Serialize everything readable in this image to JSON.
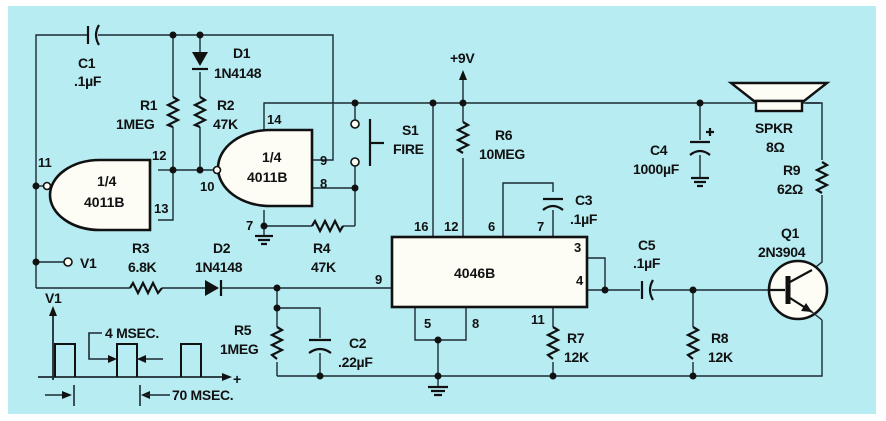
{
  "title": "Electronic fire-alarm siren circuit schematic (4011B / 4046B)",
  "supply": {
    "label": "+9V"
  },
  "components": {
    "C1": {
      "ref": "C1",
      "value": ".1µF"
    },
    "D1": {
      "ref": "D1",
      "value": "1N4148"
    },
    "R1": {
      "ref": "R1",
      "value": "1MEG"
    },
    "R2": {
      "ref": "R2",
      "value": "47K"
    },
    "U1a": {
      "fraction": "1/4",
      "part": "4011B"
    },
    "U1b": {
      "fraction": "1/4",
      "part": "4011B"
    },
    "S1": {
      "ref": "S1",
      "value": "FIRE"
    },
    "R6": {
      "ref": "R6",
      "value": "10MEG"
    },
    "C4": {
      "ref": "C4",
      "value": "1000µF",
      "polarity": "+"
    },
    "SPKR": {
      "ref": "SPKR",
      "value": "8Ω"
    },
    "R9": {
      "ref": "R9",
      "value": "62Ω"
    },
    "R3": {
      "ref": "R3",
      "value": "6.8K"
    },
    "D2": {
      "ref": "D2",
      "value": "1N4148"
    },
    "R4": {
      "ref": "R4",
      "value": "47K"
    },
    "U2": {
      "part": "4046B"
    },
    "C3": {
      "ref": "C3",
      "value": ".1µF"
    },
    "C5": {
      "ref": "C5",
      "value": ".1µF"
    },
    "Q1": {
      "ref": "Q1",
      "value": "2N3904"
    },
    "R5": {
      "ref": "R5",
      "value": "1MEG"
    },
    "C2": {
      "ref": "C2",
      "value": ".22µF"
    },
    "R7": {
      "ref": "R7",
      "value": "12K"
    },
    "R8": {
      "ref": "R8",
      "value": "12K"
    }
  },
  "pins": {
    "u1a": {
      "in1": "12",
      "in2": "13",
      "out": "11"
    },
    "u1b": {
      "vdd": "14",
      "in1": "9",
      "in2": "8",
      "out": "10",
      "vss": "7"
    },
    "u2": {
      "p16": "16",
      "p12": "12",
      "p6": "6",
      "p7": "7",
      "p3": "3",
      "p4": "4",
      "p9": "9",
      "p5": "5",
      "p8": "8",
      "p11": "11"
    }
  },
  "nodes": {
    "v1": "V1"
  },
  "timing": {
    "axis_label": "V1",
    "pulse_width": "4 MSEC.",
    "period": "70 MSEC.",
    "axis_plus": "+"
  }
}
